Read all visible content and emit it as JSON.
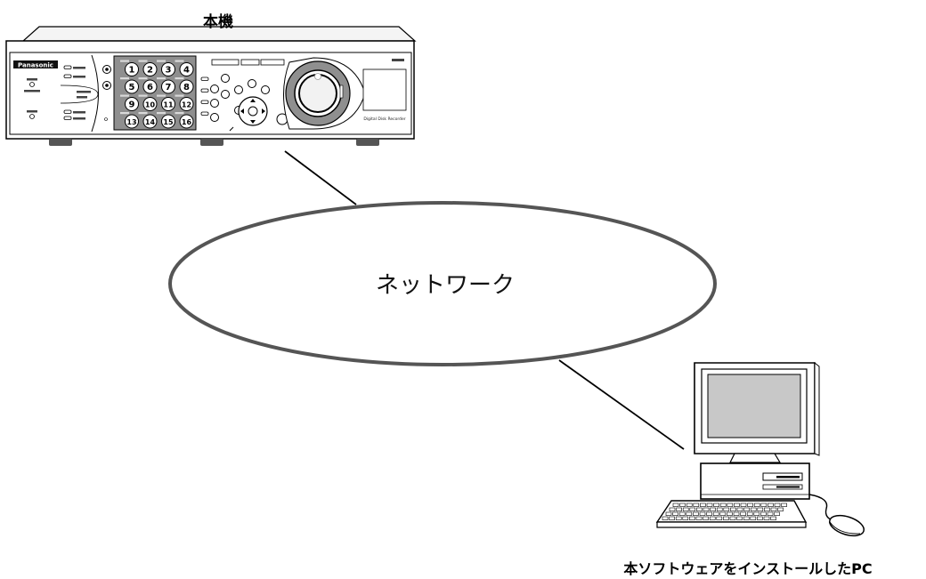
{
  "device": {
    "title": "本機",
    "brand": "Panasonic",
    "model_label": "Digital Disk Recorder",
    "buttons": [
      "1",
      "2",
      "3",
      "4",
      "5",
      "6",
      "7",
      "8",
      "9",
      "10",
      "11",
      "12",
      "13",
      "14",
      "15",
      "16"
    ]
  },
  "network": {
    "label": "ネットワーク"
  },
  "pc": {
    "caption": "本ソフトウェアをインストールしたPC"
  },
  "colors": {
    "line": "#000000",
    "ellipse_stroke": "#555555",
    "panel_gray": "#8f8f8f",
    "screen_gray": "#c8c8c8"
  }
}
